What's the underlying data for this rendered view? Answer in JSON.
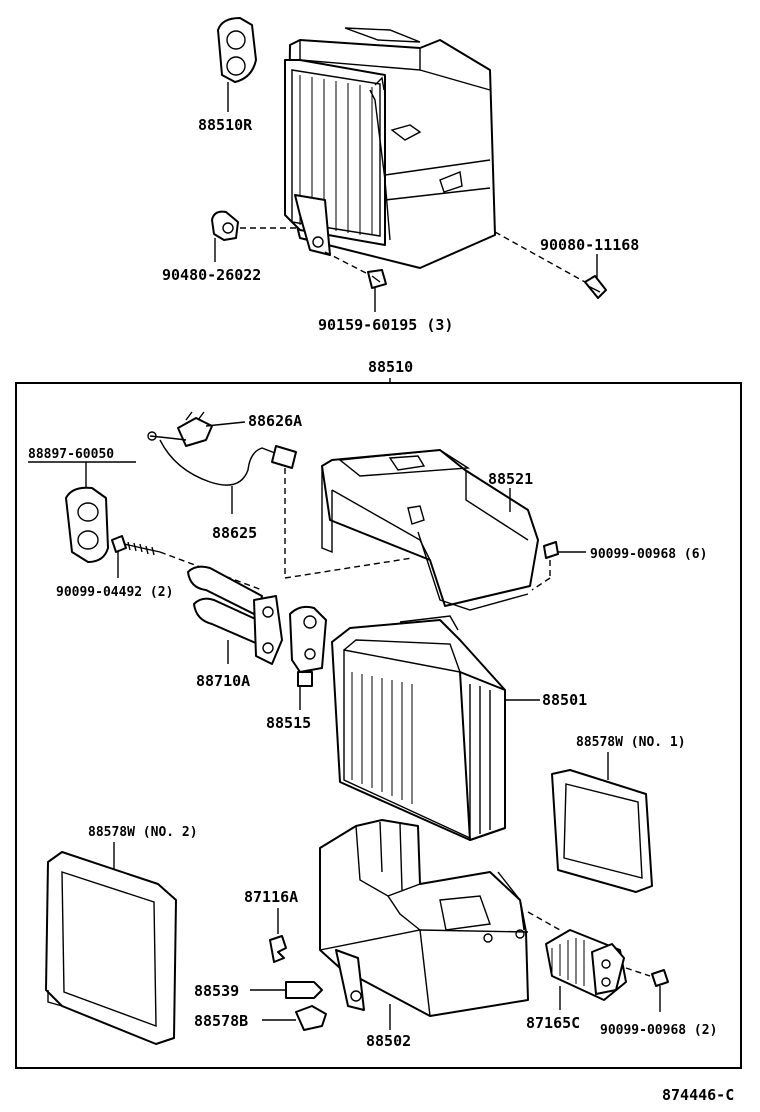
{
  "labels": {
    "grommet_top": "88510R",
    "nut_90480": "90480-26022",
    "screw_90159": "90159-60195 (3)",
    "bolt_90080": "90080-11168",
    "assembly": "88510",
    "switch_88626A": "88626A",
    "grommet_88897": "88897-60050",
    "thermistor_88625": "88625",
    "case_upper_88521": "88521",
    "screw_90099_6": "90099-00968 (6)",
    "bolt_90099_04492": "90099-04492 (2)",
    "tube_88710A": "88710A",
    "valve_88515": "88515",
    "evaporator_88501": "88501",
    "seal_no1": "88578W (NO. 1)",
    "seal_no2": "88578W (NO. 2)",
    "clip_87116A": "87116A",
    "plug_88539": "88539",
    "clamp_88578B": "88578B",
    "case_lower_88502": "88502",
    "resistor_87165C": "87165C",
    "screw_90099_2": "90099-00968 (2)",
    "diagram_code": "874446-C"
  }
}
